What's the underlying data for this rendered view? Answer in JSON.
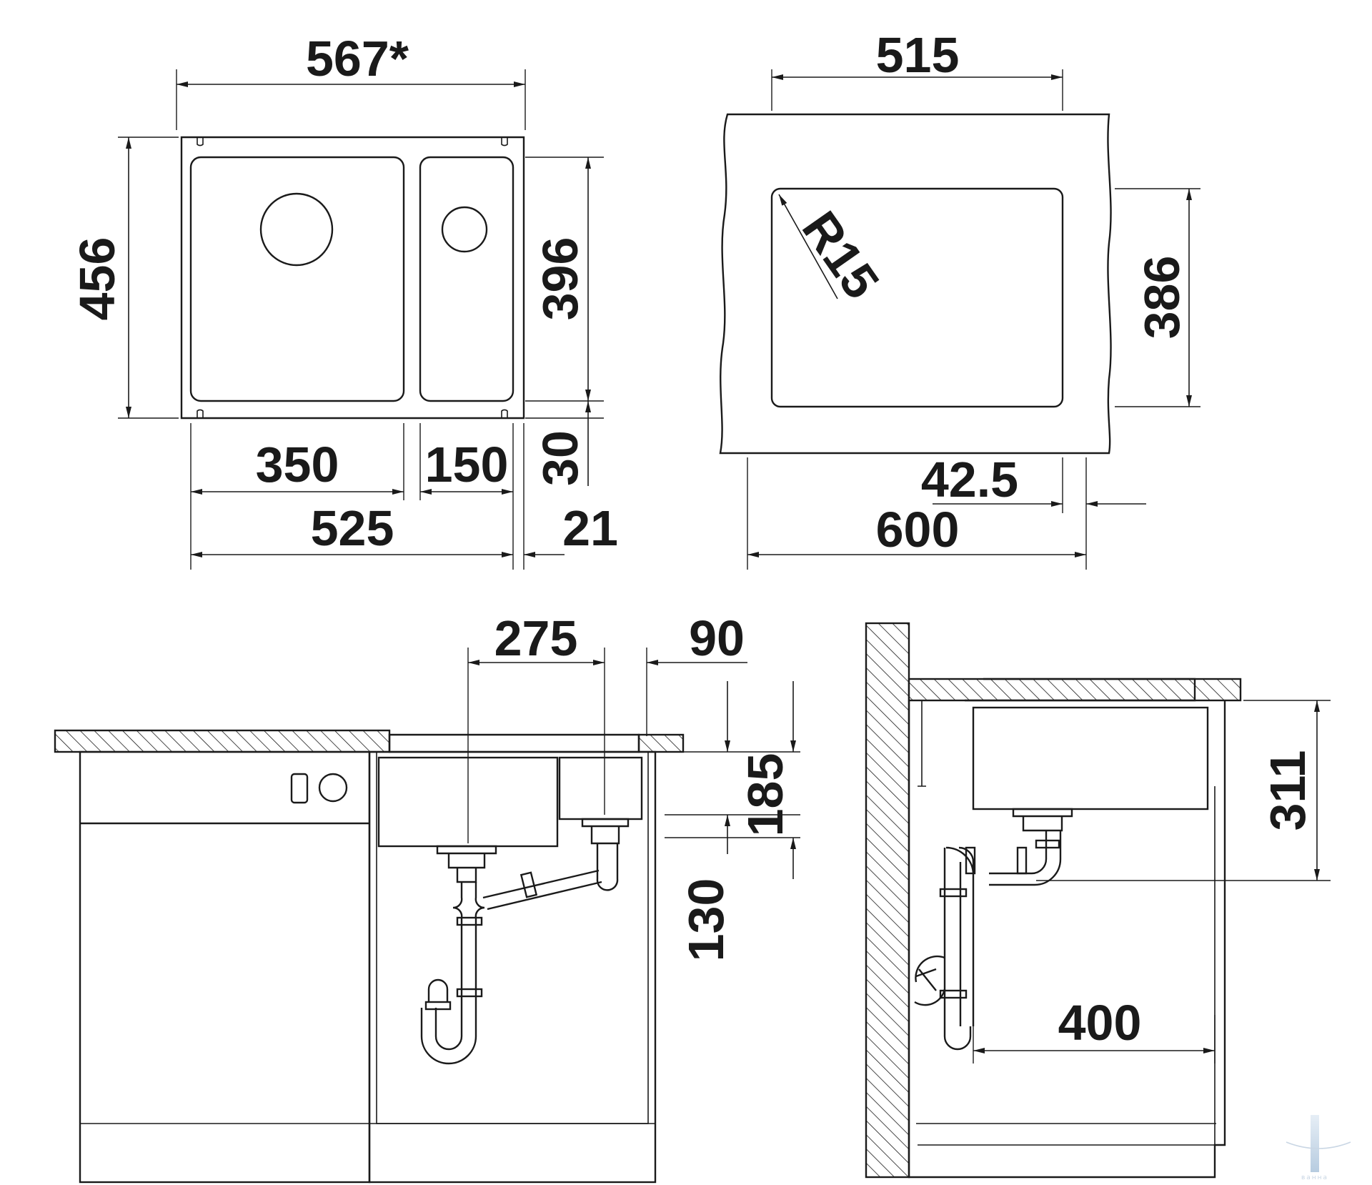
{
  "diagram": {
    "top_left_view": {
      "overall_width": "567*",
      "overall_height": "456",
      "bowl_height": "396",
      "main_bowl_width": "350",
      "small_bowl_width": "150",
      "inner_width": "525",
      "lower_offset": "30",
      "edge_offset": "21"
    },
    "top_right_view": {
      "cutout_width": "515",
      "corner_radius": "R15",
      "cutout_height": "386",
      "side_offset": "42.5",
      "cabinet_width": "600"
    },
    "front_view": {
      "drain_spacing": "275",
      "drain_offset": "90",
      "bowl_depth": "185",
      "drain_height": "130"
    },
    "side_view": {
      "depth": "311",
      "wall_distance": "400"
    },
    "watermark": {
      "text": "ванна",
      "color": "#c9d6e4"
    }
  }
}
